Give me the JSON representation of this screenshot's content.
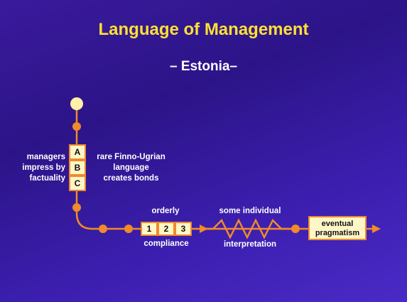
{
  "title": "Language of Management",
  "subtitle": "– Estonia–",
  "left_note": [
    "managers",
    "impress by",
    "factuality"
  ],
  "right_note": [
    "rare Finno-Ugrian",
    "language",
    "creates bonds"
  ],
  "stack_letters": [
    "A",
    "B",
    "C"
  ],
  "orderly_label": "orderly",
  "compliance_label": "compliance",
  "steps": [
    "1",
    "2",
    "3"
  ],
  "individual_label": "some individual",
  "interpretation_label": "interpretation",
  "end_box": [
    "eventual",
    "pragmatism"
  ],
  "colors": {
    "title": "#ffe033",
    "path": "#f08a2a",
    "box_fill": "#fff6c8",
    "start_node": "#fff1a8"
  }
}
